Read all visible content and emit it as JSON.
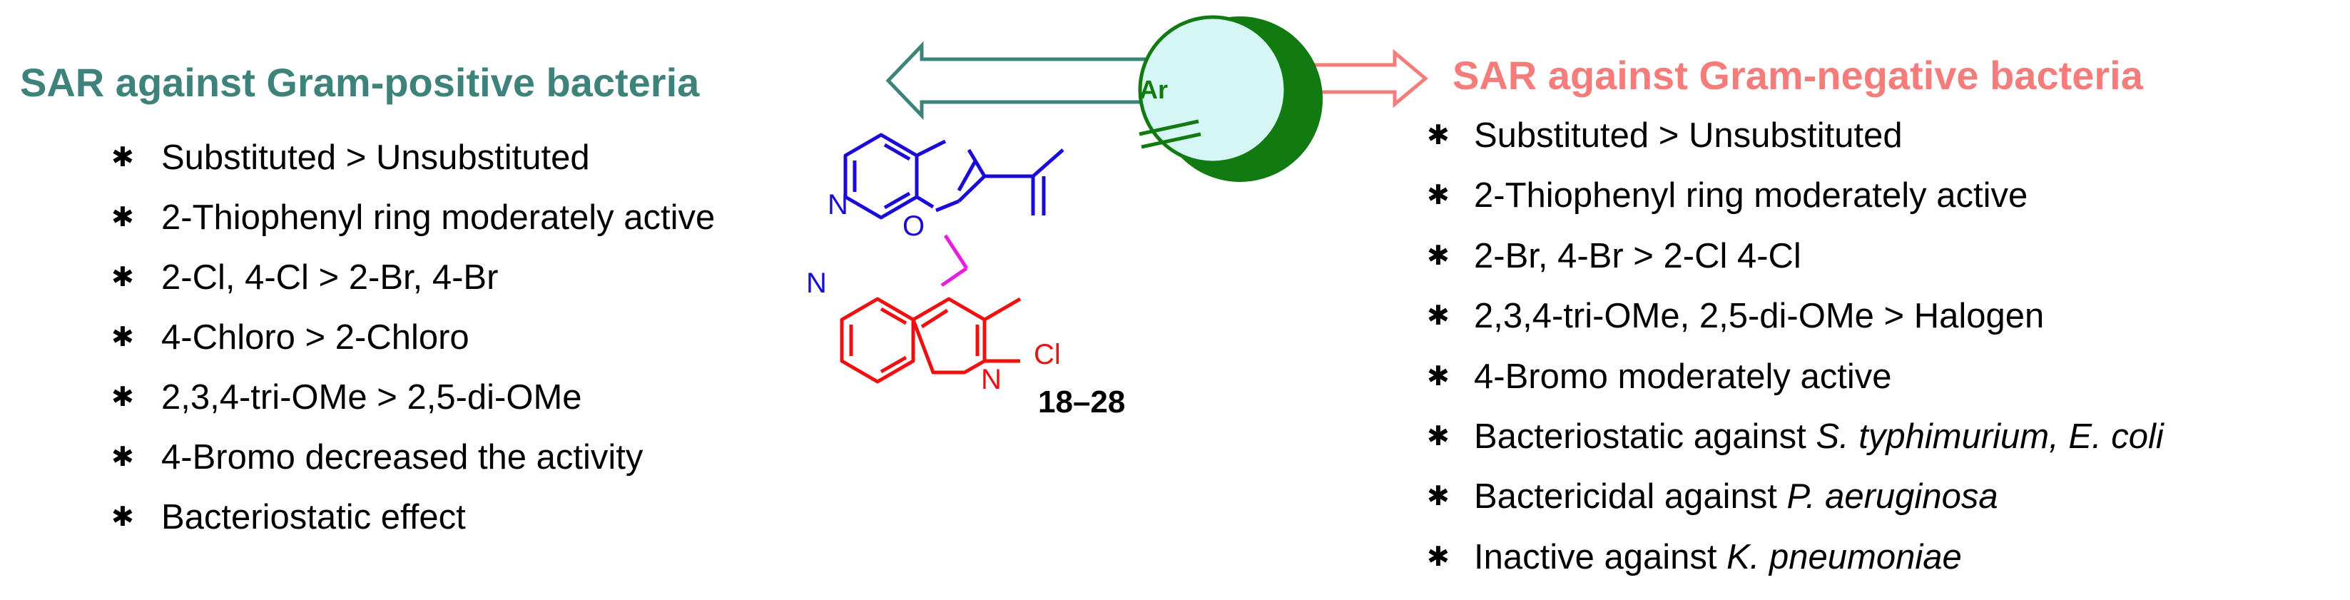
{
  "left_panel": {
    "heading": "SAR against Gram-positive bacteria",
    "color": "#3d837b",
    "bullet": "✱",
    "items": [
      {
        "text": "Substituted > Unsubstituted"
      },
      {
        "text": "2-Thiophenyl ring moderately active"
      },
      {
        "text": "2-Cl, 4-Cl > 2-Br, 4-Br"
      },
      {
        "text": "4-Chloro > 2-Chloro"
      },
      {
        "text": "2,3,4-tri-OMe > 2,5-di-OMe"
      },
      {
        "text": "4-Bromo decreased the activity"
      },
      {
        "text": "Bacteriostatic effect"
      }
    ]
  },
  "right_panel": {
    "heading": "SAR against Gram-negative bacteria",
    "color": "#f47c7b",
    "bullet": "✱",
    "items": [
      {
        "text": "Substituted > Unsubstituted"
      },
      {
        "text": "2-Thiophenyl ring moderately active"
      },
      {
        "text": "2-Br, 4-Br > 2-Cl 4-Cl"
      },
      {
        "text": "2,3,4-tri-OMe, 2,5-di-OMe > Halogen"
      },
      {
        "text": "4-Bromo moderately active"
      },
      {
        "text": "Bacteriostatic against ",
        "italic": "S. typhimurium, E. coli"
      },
      {
        "text": "Bactericidal against ",
        "italic": "P. aeruginosa"
      },
      {
        "text": "Inactive against ",
        "italic": "K. pneumoniae"
      }
    ]
  },
  "structure": {
    "compound_label": "18–28",
    "ring_label": "Ar",
    "atoms": {
      "imidazole_n_top": "N",
      "imidazole_n_bottom": "N",
      "carbonyl_o": "O",
      "quinoline_n": "N",
      "chlorine": "Cl"
    },
    "colors": {
      "benzimidazole": "#1a0bd6",
      "linker": "#e61ce0",
      "quinoline": "#ee1111",
      "aryl": "#117a11",
      "aryl_fill": "#d6f5f5"
    }
  }
}
